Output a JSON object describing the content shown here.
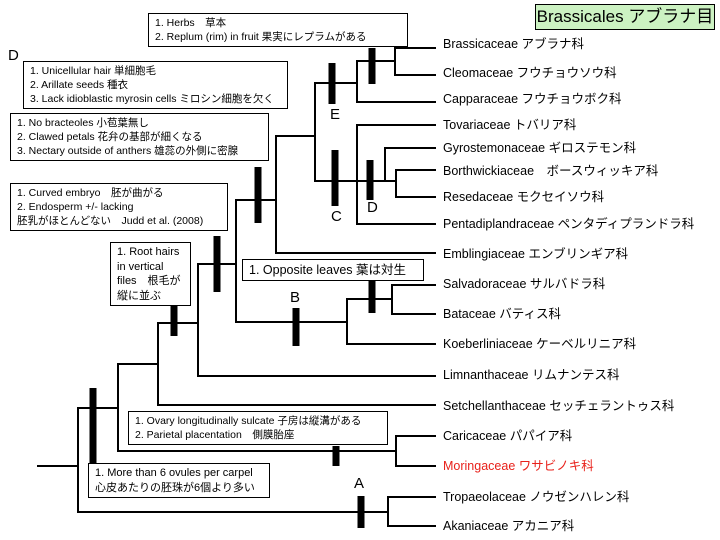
{
  "title": "Brassicales アブラナ目",
  "colors": {
    "title_bg": "#ccf2c2",
    "highlight": "#e8211b",
    "line": "#000000"
  },
  "taxa": [
    {
      "name": "Brassicaceae アブラナ科"
    },
    {
      "name": "Cleomaceae フウチョウソウ科"
    },
    {
      "name": "Capparaceae フウチョウボク科"
    },
    {
      "name": "Tovariaceae トバリア科"
    },
    {
      "name": "Gyrostemonaceae ギロステモン科"
    },
    {
      "name": "Borthwickiaceae　ボースウィッキア科"
    },
    {
      "name": "Resedaceae モクセイソウ科"
    },
    {
      "name": "Pentadiplandraceae ペンタディプランドラ科"
    },
    {
      "name": "Emblingiaceae エンブリンギア科"
    },
    {
      "name": "Salvadoraceae サルバドラ科"
    },
    {
      "name": "Bataceae バティス科"
    },
    {
      "name": "Koeberliniaceae ケーベルリニア科"
    },
    {
      "name": "Limnanthaceae リムナンテス科"
    },
    {
      "name": "Setchellanthaceae セッチェラントゥス科"
    },
    {
      "name": "Caricaceae パパイア科"
    },
    {
      "name": "Moringaceae ワサビノキ科",
      "highlighted": true
    },
    {
      "name": "Tropaeolaceae ノウゼンハレン科"
    },
    {
      "name": "Akaniaceae アカニア科"
    }
  ],
  "clade_labels": {
    "A": "A",
    "B": "B",
    "C": "C",
    "D_tree": "D",
    "D_left": "D",
    "E": "E"
  },
  "notes": {
    "herbs": [
      "1. Herbs　草本",
      "2. Replum (rim) in fruit 果実にレプラムがある"
    ],
    "unicellular": [
      "1. Unicellular hair 単細胞毛",
      "2. Arillate seeds 種衣",
      "3. Lack idioblastic myrosin cells ミロシン細胞を欠く"
    ],
    "bracteoles": [
      "1. No bracteoles 小苞葉無し",
      "2. Clawed petals 花弁の基部が細くなる",
      "3. Nectary outside of anthers 雄蕊の外側に密腺"
    ],
    "embryo": [
      "1. Curved embryo　胚が曲がる",
      "2. Endosperm +/- lacking",
      "胚乳がほとんどない　Judd et al. (2008)"
    ],
    "root_hairs": [
      "1. Root hairs",
      "in vertical",
      "files　根毛が",
      "縦に並ぶ"
    ],
    "opposite": [
      "1. Opposite leaves 葉は対生"
    ],
    "ovary": [
      "1. Ovary longitudinally sulcate 子房は縦溝がある",
      "2. Parietal placentation　側膜胎座"
    ],
    "ovules": [
      "1. More than 6 ovules per carpel",
      "心皮あたりの胚珠が6個より多い"
    ]
  }
}
